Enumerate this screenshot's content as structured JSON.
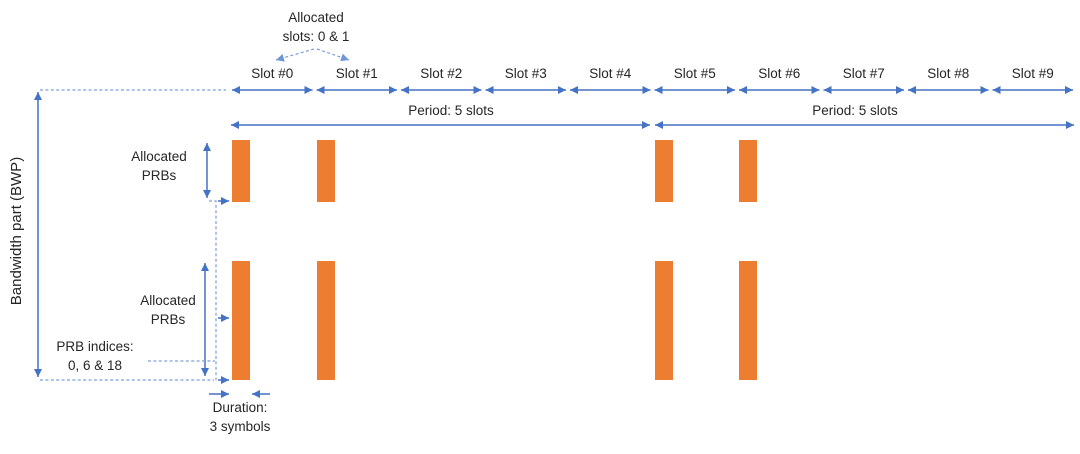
{
  "diagram": {
    "bwp_axis_label": "Bandwidth part (BWP)"
  },
  "annotations": {
    "allocated_slots": {
      "line1": "Allocated",
      "line2": "slots: 0 & 1"
    },
    "allocated_prbs_top": {
      "line1": "Allocated",
      "line2": "PRBs"
    },
    "allocated_prbs_bottom": {
      "line1": "Allocated",
      "line2": "PRBs"
    },
    "prb_indices": {
      "line1": "PRB indices:",
      "line2": "0, 6 & 18"
    },
    "duration": {
      "line1": "Duration:",
      "line2": "3 symbols"
    }
  },
  "timeline": {
    "slot_labels": [
      "Slot #0",
      "Slot #1",
      "Slot #2",
      "Slot #3",
      "Slot #4",
      "Slot #5",
      "Slot #6",
      "Slot #7",
      "Slot #8",
      "Slot #9"
    ],
    "period_labels": [
      "Period: 5 slots",
      "Period: 5 slots"
    ]
  },
  "allocation": {
    "allocated_slot_indices": [
      0,
      1,
      5,
      6
    ],
    "prb_row_count": 2
  },
  "colors": {
    "bar_fill": "#ED7D31",
    "arrow_solid": "#4472C4",
    "arrow_dashed": "#7C9FD9",
    "text": "#262626"
  }
}
